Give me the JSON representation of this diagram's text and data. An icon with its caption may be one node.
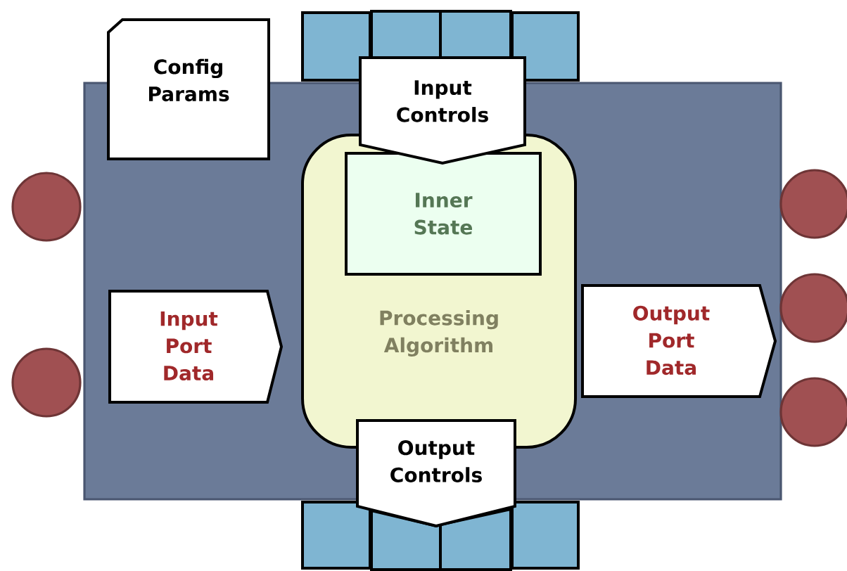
{
  "diagram": {
    "nodes": [
      {
        "text": [],
        "shape": "box"
      },
      {
        "text": [
          "Config Params"
        ]
      },
      {
        "text": [],
        "shape": "box"
      },
      {
        "text": [],
        "shape": "box"
      },
      {
        "text": [],
        "shape": "box"
      },
      {
        "text": [],
        "shape": "box"
      },
      {
        "text": [
          "Input Controls"
        ]
      },
      {
        "text": [
          "Processing Algorithm"
        ],
        "in": 0
      },
      {
        "text": [
          "Inner State"
        ],
        "in": 7
      },
      {
        "text": [
          "Input Port Data"
        ],
        "in": 0
      },
      {
        "text": [
          "Output Port Data"
        ],
        "in": 0
      },
      {
        "text": [
          "Output Controls"
        ]
      },
      {
        "text": [],
        "shape": "box"
      },
      {
        "text": [],
        "shape": "box"
      },
      {
        "text": [],
        "shape": "box"
      },
      {
        "text": [],
        "shape": "box"
      },
      {
        "text": [],
        "shape": "circle"
      },
      {
        "text": [],
        "shape": "circle"
      },
      {
        "text": [],
        "shape": "circle"
      },
      {
        "text": [],
        "shape": "circle"
      },
      {
        "text": [],
        "shape": "circle"
      }
    ]
  }
}
